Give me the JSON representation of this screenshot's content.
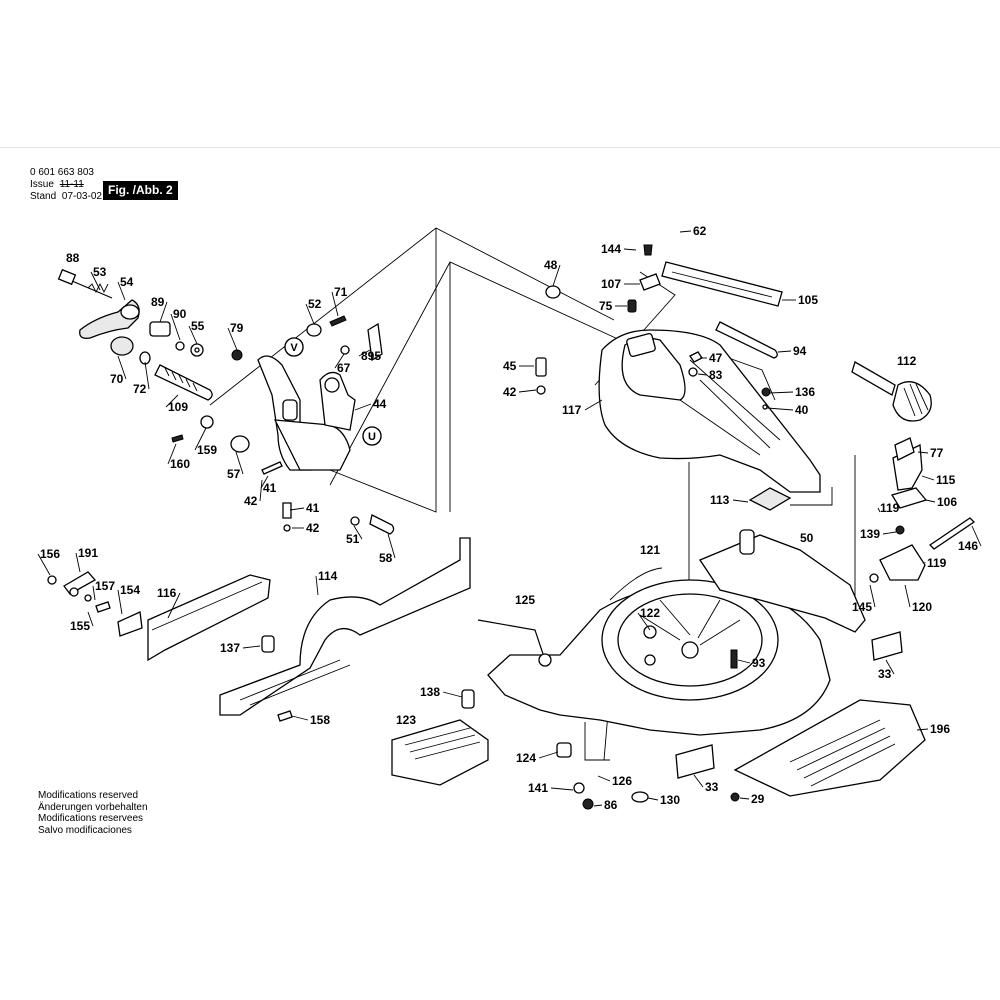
{
  "header": {
    "doc_number": "0 601 663 803",
    "issue_label": "Issue",
    "issue_value": "11-11",
    "stand_label": "Stand",
    "stand_value": "07-03-02",
    "figure_label": "Fig. /Abb. 2"
  },
  "notes": [
    "Modifications reserved",
    "Änderungen vorbehalten",
    "Modifications reservees",
    "Salvo modificaciones"
  ],
  "circle_labels": [
    "V",
    "U"
  ],
  "part_labels": [
    "88",
    "53",
    "54",
    "89",
    "90",
    "55",
    "70",
    "72",
    "109",
    "160",
    "159",
    "57",
    "41",
    "42",
    "41",
    "42",
    "79",
    "52",
    "71",
    "895",
    "67",
    "44",
    "51",
    "58",
    "144",
    "62",
    "107",
    "105",
    "48",
    "75",
    "45",
    "42",
    "47",
    "83",
    "94",
    "136",
    "40",
    "117",
    "112",
    "77",
    "115",
    "106",
    "113",
    "139",
    "146",
    "119",
    "119",
    "145",
    "120",
    "156",
    "191",
    "157",
    "154",
    "155",
    "116",
    "114",
    "137",
    "158",
    "121",
    "125",
    "122",
    "93",
    "50",
    "33",
    "138",
    "123",
    "124",
    "126",
    "141",
    "86",
    "130",
    "33",
    "29",
    "196"
  ]
}
